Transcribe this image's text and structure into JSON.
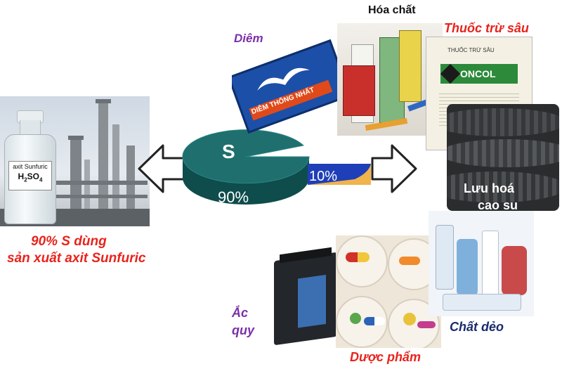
{
  "center": {
    "element": "S",
    "share_major": "90%",
    "share_minor": "10%",
    "major_fraction": 0.9,
    "minor_fraction": 0.1
  },
  "left": {
    "line1": "90% S dùng",
    "line2": "sản xuất axit Sunfuric"
  },
  "bottle": {
    "label_line1": "axit Sunfuric",
    "formula_main": "H",
    "formula_sub1": "2",
    "formula_mid": "SO",
    "formula_sub2": "4"
  },
  "uses": {
    "matches": "Diêm",
    "matches_box_text": "DIÊM THỐNG NHẤT",
    "chemicals": "Hóa chất",
    "pesticide": "Thuốc trừ sâu",
    "pesticide_box_title": "THUỐC TRỪ SÂU",
    "pesticide_brand": "ONCOL",
    "rubber_line1": "Lưu hoá",
    "rubber_line2": "cao su",
    "battery_line1": "Ắc",
    "battery_line2": "quy",
    "medicine": "Dược phẩm",
    "plastics": "Chất dẻo"
  },
  "colors": {
    "red": "#e8231c",
    "purple": "#7b2fa8",
    "navy": "#1a2a6c",
    "pie_top": "#1f6f6f",
    "pie_side": "#0f4c4c",
    "slice_top": "#1f3fb8",
    "slice_side": "#f0b44a"
  }
}
